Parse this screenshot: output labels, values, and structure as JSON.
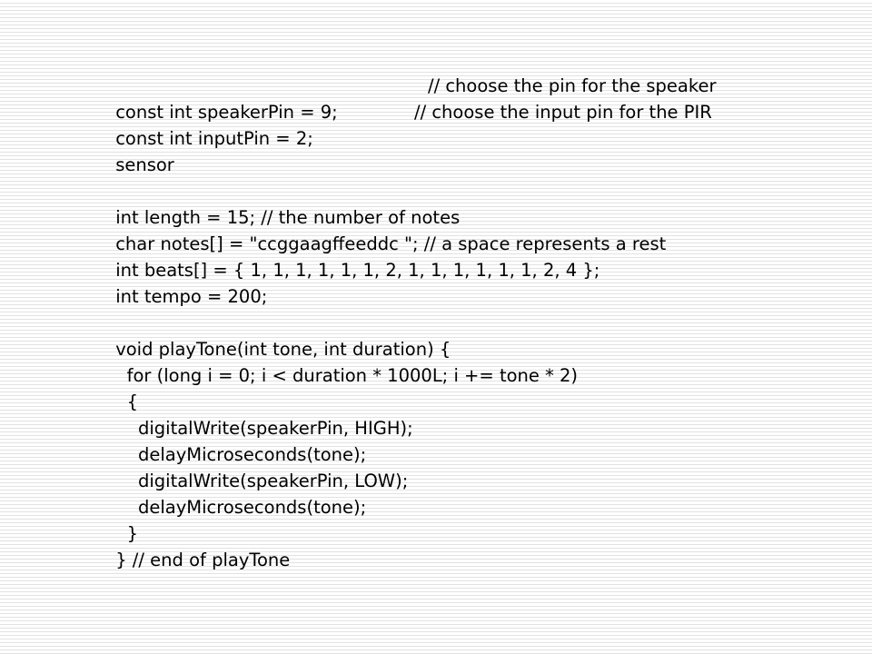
{
  "slide": {
    "lines": [
      {
        "code": "const int speakerPin = 9;",
        "comment": "// choose the pin for the speaker"
      },
      {
        "code": "const int inputPin = 2;",
        "comment": "// choose the input pin for the PIR"
      },
      {
        "code": "sensor"
      },
      {
        "code": ""
      },
      {
        "code": "int length = 15; // the number of notes"
      },
      {
        "code": "char notes[] = \"ccggaagffeeddc \"; // a space represents a rest"
      },
      {
        "code": "int beats[] = { 1, 1, 1, 1, 1, 1, 2, 1, 1, 1, 1, 1, 1, 2, 4 };"
      },
      {
        "code": "int tempo = 200;"
      },
      {
        "code": ""
      },
      {
        "code": "void playTone(int tone, int duration) {"
      },
      {
        "code": "  for (long i = 0; i < duration * 1000L; i += tone * 2)"
      },
      {
        "code": "  {"
      },
      {
        "code": "    digitalWrite(speakerPin, HIGH);"
      },
      {
        "code": "    delayMicroseconds(tone);"
      },
      {
        "code": "    digitalWrite(speakerPin, LOW);"
      },
      {
        "code": "    delayMicroseconds(tone);"
      },
      {
        "code": "  }"
      },
      {
        "code": "} // end of playTone"
      }
    ]
  }
}
